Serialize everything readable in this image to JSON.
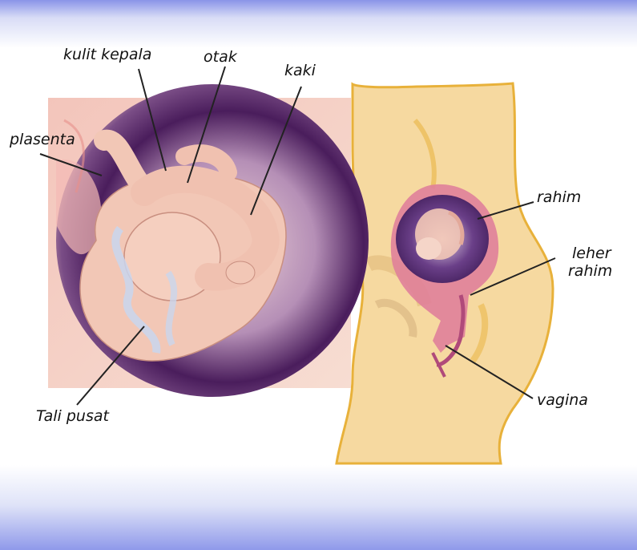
{
  "labels": {
    "kulit_kepala": "kulit kepala",
    "otak": "otak",
    "kaki": "kaki",
    "plasenta": "plasenta",
    "tali_pusat": "Tali pusat",
    "rahim": "rahim",
    "leher_rahim_line1": "leher",
    "leher_rahim_line2": "rahim",
    "vagina": "vagina"
  },
  "colors": {
    "skin": "#f6d9a0",
    "body_outline": "#e8b13a",
    "uterus_wall": "#e07f9a",
    "amniotic": "#4a1d5c",
    "fetus": "#f2c7b6",
    "background_band": "#8a94e8"
  }
}
